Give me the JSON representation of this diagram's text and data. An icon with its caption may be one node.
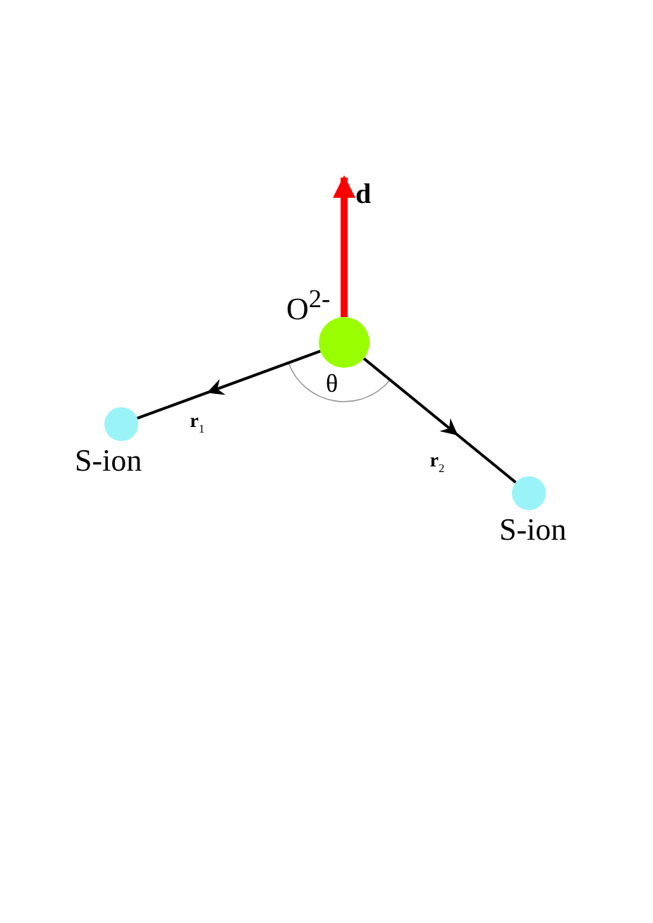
{
  "diagram": {
    "nodes": [
      {
        "text": [
          "O$^{2-}$"
        ]
      },
      {
        "text": [
          "S-ion"
        ]
      },
      {
        "text": [
          "S-ion"
        ]
      }
    ],
    "edges": [
      {
        "from": 0,
        "to": null,
        "arrow": "to",
        "label": "d",
        "style": "thick",
        "color": "#ff0000"
      },
      {
        "from": 0,
        "to": 1,
        "arrow": "to",
        "label": "r$_{1}$"
      },
      {
        "from": 0,
        "to": 2,
        "arrow": "to",
        "label": "r$_{2}$"
      }
    ],
    "labels": [
      "θ"
    ]
  }
}
